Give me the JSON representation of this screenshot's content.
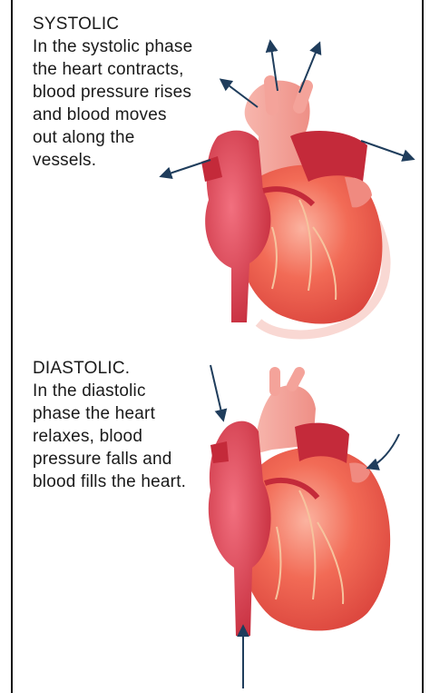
{
  "systolic": {
    "heading": "SYSTOLIC",
    "body": "In the systolic phase the heart contracts, blood pressure rises and blood moves out along the vessels."
  },
  "diastolic": {
    "heading": "DIASTOLIC.",
    "body": "In the diastolic phase the heart relaxes, blood pressure falls and blood fills the heart."
  },
  "colors": {
    "heart_main": "#ee5a4a",
    "heart_light": "#f8a08c",
    "vessel_dark": "#c42a3a",
    "aorta": "#f4a39a",
    "arrow": "#1f3d5c",
    "frame": "#111111"
  }
}
